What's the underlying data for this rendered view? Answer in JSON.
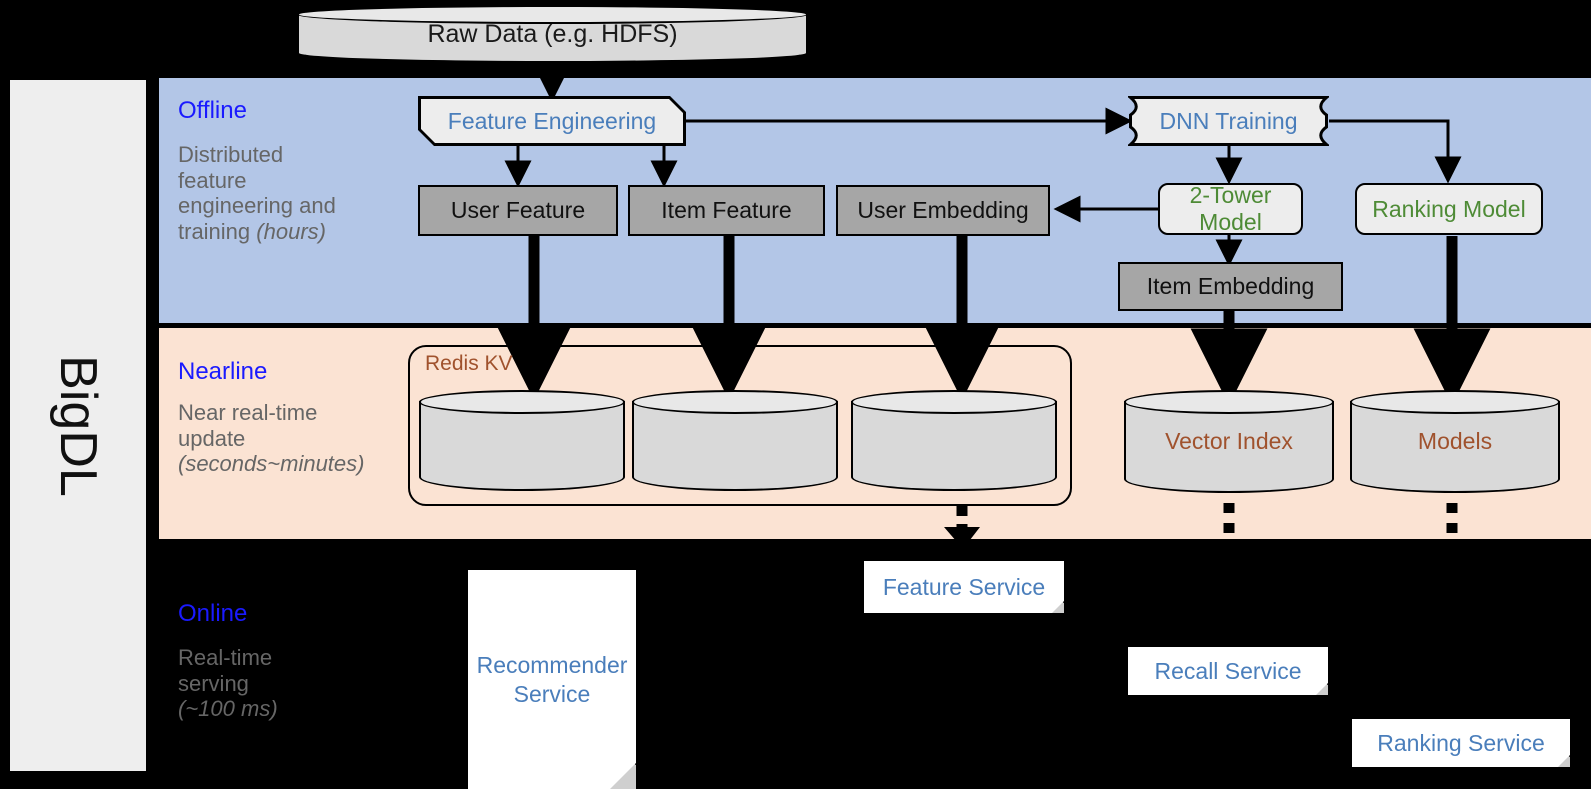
{
  "rail": {
    "label": "BigDL"
  },
  "bands": {
    "offline": {
      "title": "Offline",
      "subtitle": "Distributed feature engineering and ",
      "subtitle_italic": "(hours)"
    },
    "nearline": {
      "title": "Nearline",
      "subtitle": "Near real-time update ",
      "subtitle_italic": "(seconds~minutes)"
    },
    "online": {
      "title": "Online",
      "subtitle": "Real-time serving ",
      "subtitle_italic": "(~100 ms)"
    }
  },
  "offline_subtitle_lines": [
    "Distributed",
    "feature",
    "engineering and",
    "training "
  ],
  "nearline_subtitle_lines": [
    "Near real-time",
    "update"
  ],
  "online_subtitle_lines": [
    "Real-time",
    "serving"
  ],
  "nodes": {
    "raw_data": "Raw Data (e.g. HDFS)",
    "feature_engineering": "Feature Engineering",
    "dnn_training": "DNN Training",
    "user_feature": "User Feature",
    "item_feature": "Item Feature",
    "user_embedding": "User Embedding",
    "two_tower_model": "2-Tower Model",
    "ranking_model": "Ranking Model",
    "item_embedding": "Item Embedding",
    "redis_kv": "Redis KV",
    "vector_index": "Vector Index",
    "models": "Models",
    "feature_service": "Feature Service",
    "recall_service": "Recall Service",
    "ranking_service": "Ranking Service",
    "recommender_service_line1": "Recommender",
    "recommender_service_line2": "Service"
  },
  "colors": {
    "offline_band": "#b3c6e7",
    "nearline_band": "#fbe3d3",
    "background": "#000000",
    "band_title": "#1a1aff",
    "band_subtitle": "#666666",
    "process_text": "#4a7ebb",
    "model_text": "#4e8b36",
    "store_text": "#a0522d",
    "gray_box": "#a6a6a6",
    "light_box": "#ededed",
    "rail": "#eeeeee"
  }
}
